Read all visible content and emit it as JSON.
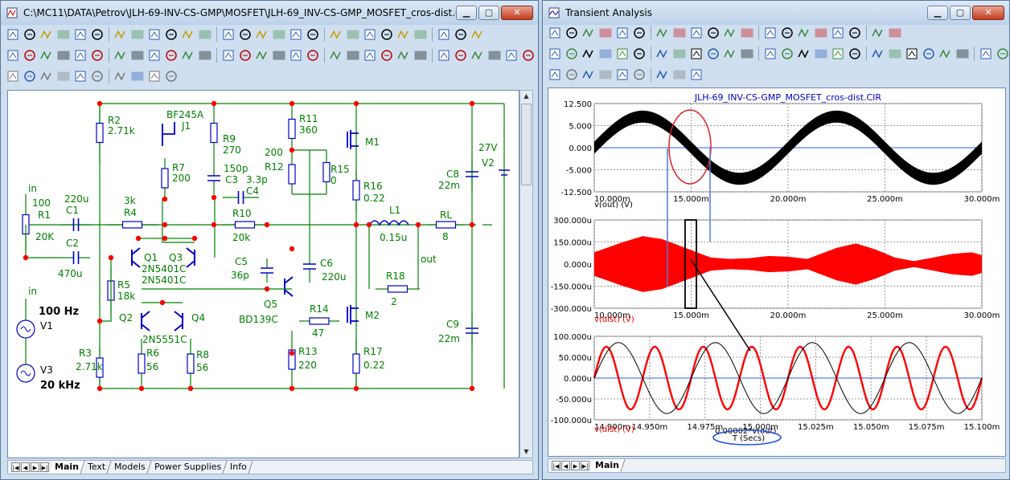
{
  "left_window": {
    "title": "C:\\MC11\\DATA\\Petrov\\JLH-69-INV-CS-GMP\\MOSFET\\JLH-69_INV-CS-GMP_MOSFET_cros-dist.CIR",
    "tabs": [
      "Main",
      "Text",
      "Models",
      "Power Supplies",
      "Info"
    ],
    "active_tab": "Main"
  },
  "schematic": {
    "components": {
      "R2": "R2",
      "R2_val": "2.71k",
      "J1_type": "BF245A",
      "J1": "J1",
      "R9": "R9",
      "R9_val": "270",
      "R11": "R11",
      "R11_val": "360",
      "M1": "M1",
      "C3_val": "150p",
      "C3": "C3",
      "C4_val": "3.3p",
      "C4": "C4",
      "R7": "R7",
      "R7_val": "200",
      "R12_val": "200",
      "R12": "R12",
      "R15": "R15",
      "R15_val": "0",
      "R16": "R16",
      "R16_val": "0.22",
      "V2_val": "27V",
      "V2": "V2",
      "C8": "C8",
      "C8_val": "22m",
      "R1_val": "100",
      "R1": "R1",
      "R1_val2": "20K",
      "C1_val": "220u",
      "C1": "C1",
      "R4_val": "3k",
      "R4": "R4",
      "R10": "R10",
      "R10_val": "20k",
      "L1": "L1",
      "L1_val": "0.15u",
      "RL": "RL",
      "RL_val": "8",
      "C2": "C2",
      "C2_val": "470u",
      "Q1": "Q1",
      "Q3": "Q3",
      "Q1_type": "2N5401C",
      "Q3_type": "2N5401C",
      "C5": "C5",
      "C5_val": "36p",
      "C6": "C6",
      "C6_val": "220u",
      "R18": "R18",
      "R18_val": "2",
      "out_label": "out",
      "R5": "R5",
      "R5_val": "18k",
      "Q5": "Q5",
      "Q5_type": "BD139C",
      "R14": "R14",
      "R14_val": "47",
      "M2": "M2",
      "Q2": "Q2",
      "Q4": "Q4",
      "Q24_type": "2N5551C",
      "C9": "C9",
      "C9_val": "22m",
      "R3": "R3",
      "R3_val": "2.71k",
      "R6": "R6",
      "R6_val": "56",
      "R8": "R8",
      "R8_val": "56",
      "R13": "R13",
      "R13_val": "220",
      "R17": "R17",
      "R17_val": "0.22",
      "in_label_1": "in",
      "in_label_2": "in",
      "V1": "V1",
      "V1_freq": "100 Hz",
      "V3": "V3",
      "V3_freq": "20 kHz"
    }
  },
  "right_window": {
    "title": "Transient Analysis",
    "tabs": [
      "Main"
    ],
    "active_tab": "Main"
  },
  "chart_data": [
    {
      "type": "line",
      "title": "JLH-69_INV-CS-GMP_MOSFET_cros-dist.CIR",
      "xlim": [
        10,
        30
      ],
      "x_ticks": [
        "10.000m",
        "15.000m",
        "20.000m",
        "25.000m",
        "30.000m"
      ],
      "ylim": [
        -12.5,
        12.5
      ],
      "y_ticks": [
        "12.500",
        "5.000",
        "0.000",
        "-5.000",
        "-12.500"
      ],
      "series": [
        {
          "name": "v(out) (V)",
          "color": "#000000",
          "carrier_khz": 20,
          "envelope_hz": 100,
          "envelope_amplitude": 8.8,
          "carrier_half_amplitude": 1.7
        }
      ],
      "grid": true
    },
    {
      "type": "line",
      "xlim": [
        10,
        30
      ],
      "x_ticks": [
        "10.000m",
        "15.000m",
        "20.000m",
        "25.000m",
        "30.000m"
      ],
      "ylim": [
        -300,
        300
      ],
      "y_ticks": [
        "300.000u",
        "150.000u",
        "0.000u",
        "-150.000u",
        "-300.000u"
      ],
      "series": [
        {
          "name": "v(dist) (V)",
          "color": "#ff0000",
          "envelope_ms": [
            10,
            11.5,
            12.5,
            13.5,
            15,
            16,
            17,
            18,
            19,
            20,
            21,
            22.5,
            23.5,
            24.5,
            25.5,
            26.5,
            27.5,
            28.5,
            29.5,
            30
          ],
          "envelope_uv": [
            80,
            150,
            190,
            170,
            95,
            45,
            35,
            40,
            55,
            50,
            35,
            110,
            140,
            100,
            45,
            20,
            45,
            70,
            80,
            60
          ]
        }
      ],
      "grid": true
    },
    {
      "type": "line",
      "xlim": [
        14.9,
        15.1
      ],
      "x_ticks": [
        "14.900m",
        "14.950m",
        "14.975m",
        "15.000m",
        "15.025m",
        "15.050m",
        "15.075m",
        "15.100m"
      ],
      "ylim": [
        -100,
        100
      ],
      "y_ticks": [
        "100.000u",
        "50.000u",
        "0.000u",
        "-50.000u",
        "-100.000u"
      ],
      "xlabel": "T (Secs)",
      "series": [
        {
          "name": "v(dist) (V)",
          "color": "#ff0000",
          "amplitude_uv": 75,
          "frequency_khz": 40
        },
        {
          "name": "0.00002*v(out)",
          "color": "#000000",
          "amplitude_uv": 85,
          "frequency_khz": 20
        }
      ],
      "grid": true
    }
  ],
  "colors": {
    "wire": "#008000",
    "junction": "#ff0000",
    "component": "#0000c8",
    "label": "#008000",
    "title_blue": "#0000c8",
    "annotation": "#4a7ad8"
  }
}
